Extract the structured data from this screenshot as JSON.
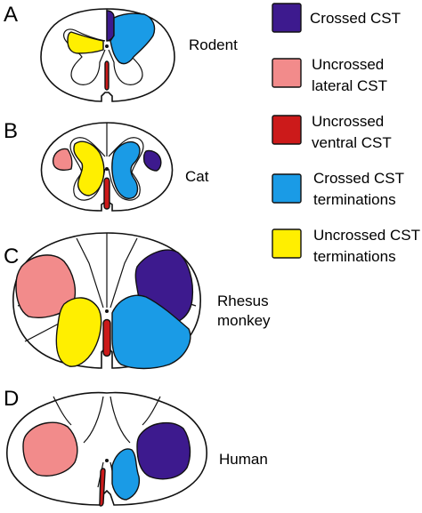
{
  "colors": {
    "crossed_cst": "#3d1a8e",
    "uncrossed_lateral_cst": "#f28b8b",
    "uncrossed_ventral_cst": "#cc1a1a",
    "crossed_terminations": "#1a9be6",
    "uncrossed_terminations": "#ffef00"
  },
  "panels": [
    {
      "letter": "A",
      "species": "Rodent"
    },
    {
      "letter": "B",
      "species": "Cat"
    },
    {
      "letter": "C",
      "species_line1": "Rhesus",
      "species_line2": "monkey"
    },
    {
      "letter": "D",
      "species": "Human"
    }
  ],
  "legend": [
    {
      "line1": "Crossed CST",
      "line2": "",
      "color_key": "crossed_cst"
    },
    {
      "line1": "Uncrossed",
      "line2": "lateral CST",
      "color_key": "uncrossed_lateral_cst"
    },
    {
      "line1": "Uncrossed",
      "line2": "ventral CST",
      "color_key": "uncrossed_ventral_cst"
    },
    {
      "line1": "Crossed CST",
      "line2": "terminations",
      "color_key": "crossed_terminations"
    },
    {
      "line1": "Uncrossed CST",
      "line2": "terminations",
      "color_key": "uncrossed_terminations"
    }
  ]
}
